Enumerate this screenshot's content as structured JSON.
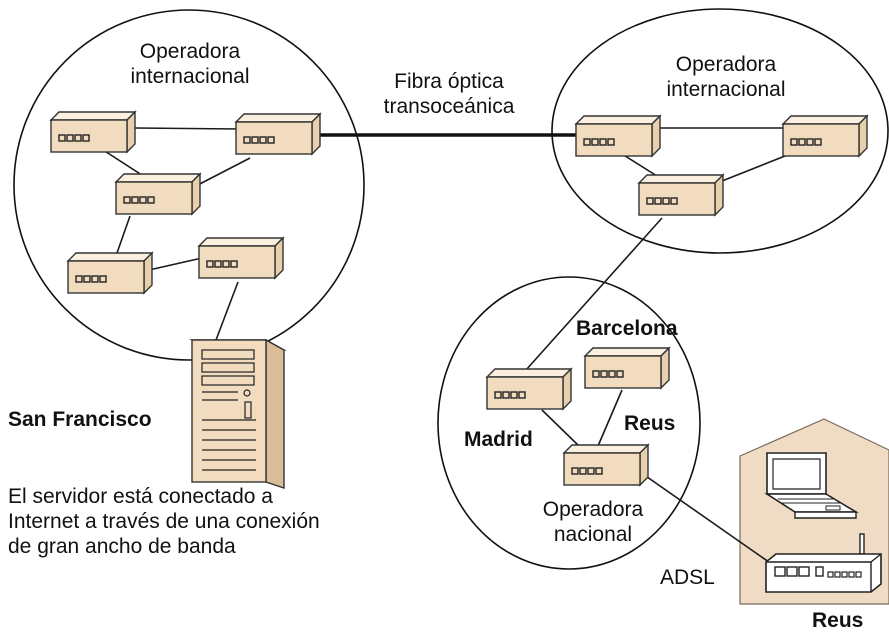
{
  "international_operator_left": {
    "line1": "Operadora",
    "line2": "internacional"
  },
  "international_operator_right": {
    "line1": "Operadora",
    "line2": "internacional"
  },
  "fiber_link": {
    "line1": "Fibra óptica",
    "line2": "transoceánica"
  },
  "server": {
    "city": "San Francisco",
    "description": "El servidor está conectado a Internet a través de una conexión de gran ancho de banda"
  },
  "national_operator": {
    "line1": "Operadora",
    "line2": "nacional"
  },
  "cities": {
    "barcelona": "Barcelona",
    "madrid": "Madrid",
    "reus_node": "Reus",
    "reus_home": "Reus"
  },
  "adsl_label": "ADSL",
  "colors": {
    "router_fill": "#f2dcc0",
    "router_top": "#fbf0e0",
    "house_fill": "#f0dcc4",
    "line": "#1a1a1a"
  }
}
